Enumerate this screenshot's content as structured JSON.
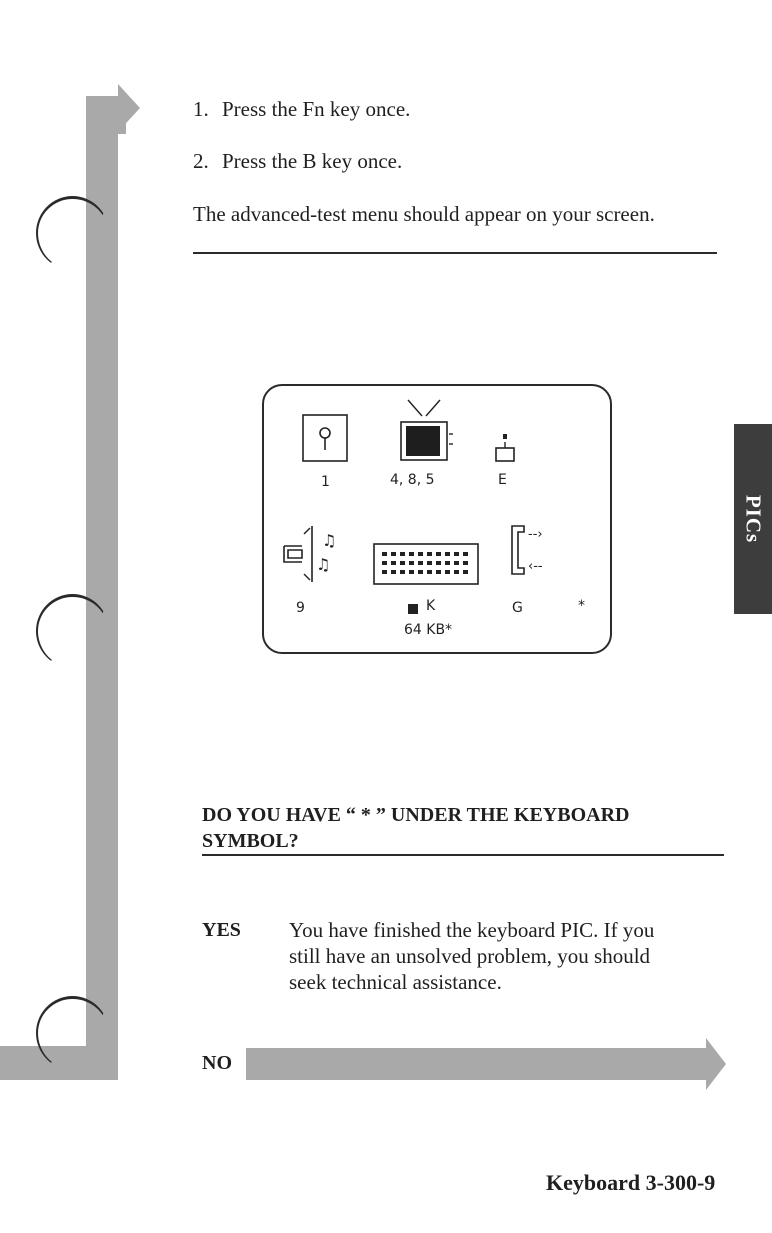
{
  "steps": [
    {
      "number": "1.",
      "text": "Press the Fn key once."
    },
    {
      "number": "2.",
      "text": "Press the B key once."
    }
  ],
  "instruction": "The advanced-test menu should appear on your screen.",
  "tab_label": "PICs",
  "screen": {
    "label_1": "1",
    "label_485": "4, 8, 5",
    "label_e": "E",
    "label_9": "9",
    "label_k": "K",
    "label_64kb": "64 KB*",
    "label_g": "G",
    "label_star": "*"
  },
  "question": {
    "line1": "DO YOU HAVE “ * ” UNDER THE KEYBOARD",
    "line2": "SYMBOL?"
  },
  "yes": {
    "label": "YES",
    "line1": "You have finished the keyboard PIC. If you",
    "line2": "still have an unsolved problem, you should",
    "line3": "seek technical assistance."
  },
  "no": {
    "label": "NO"
  },
  "footer": "Keyboard 3-300-9",
  "colors": {
    "flow_gray": "#a9a9a9",
    "tab_dark": "#3d3d3d",
    "ink": "#1f1f1f"
  }
}
